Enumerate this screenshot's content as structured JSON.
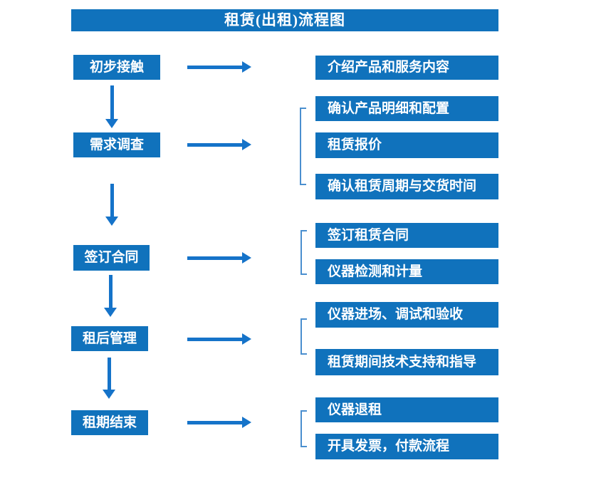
{
  "title": "租赁(出租)流程图",
  "colors": {
    "box_blue": "#1072BC",
    "arrow_blue": "#1573C9",
    "bracket_blue": "#4A8FCF",
    "text": "#FFFFFF",
    "background": "#FFFFFF"
  },
  "stages": [
    {
      "label": "初步接触",
      "outputs": [
        "介绍产品和服务内容"
      ]
    },
    {
      "label": "需求调查",
      "outputs": [
        "确认产品明细和配置",
        "租赁报价",
        "确认租赁周期与交货时间"
      ]
    },
    {
      "label": "签订合同",
      "outputs": [
        "签订租赁合同",
        "仪器检测和计量"
      ]
    },
    {
      "label": "租后管理",
      "outputs": [
        "仪器进场、调试和验收",
        "租赁期间技术支持和指导"
      ]
    },
    {
      "label": "租期结束",
      "outputs": [
        "仪器退租",
        "开具发票，付款流程"
      ]
    }
  ]
}
